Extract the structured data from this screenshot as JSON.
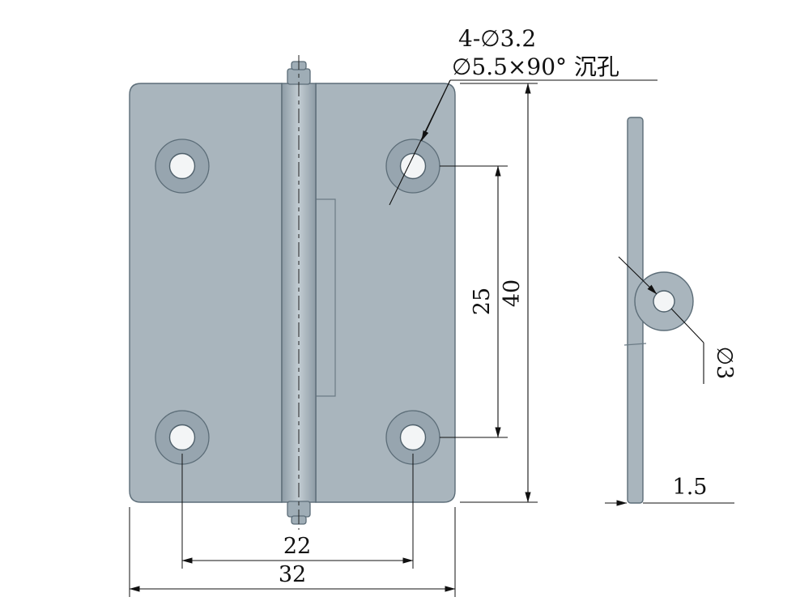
{
  "drawing": {
    "kind": "hinge-engineering-drawing",
    "views": [
      "front",
      "side"
    ]
  },
  "callout": {
    "line1": "4-∅3.2",
    "line2": "∅5.5×90° 沉孔"
  },
  "dimensions": {
    "vertical_hole_spacing": "25",
    "overall_height": "40",
    "horizontal_hole_spacing": "22",
    "overall_width": "32",
    "pin_diameter": "∅3",
    "thickness": "1.5"
  },
  "colors": {
    "background": "#ffffff",
    "body_fill": "#a9b5bd",
    "body_stroke": "#5c6d78",
    "countersink_fill": "#97a5af",
    "hole_fill": "#f3f5f6",
    "dimension_line": "#111111",
    "text": "#111111"
  }
}
